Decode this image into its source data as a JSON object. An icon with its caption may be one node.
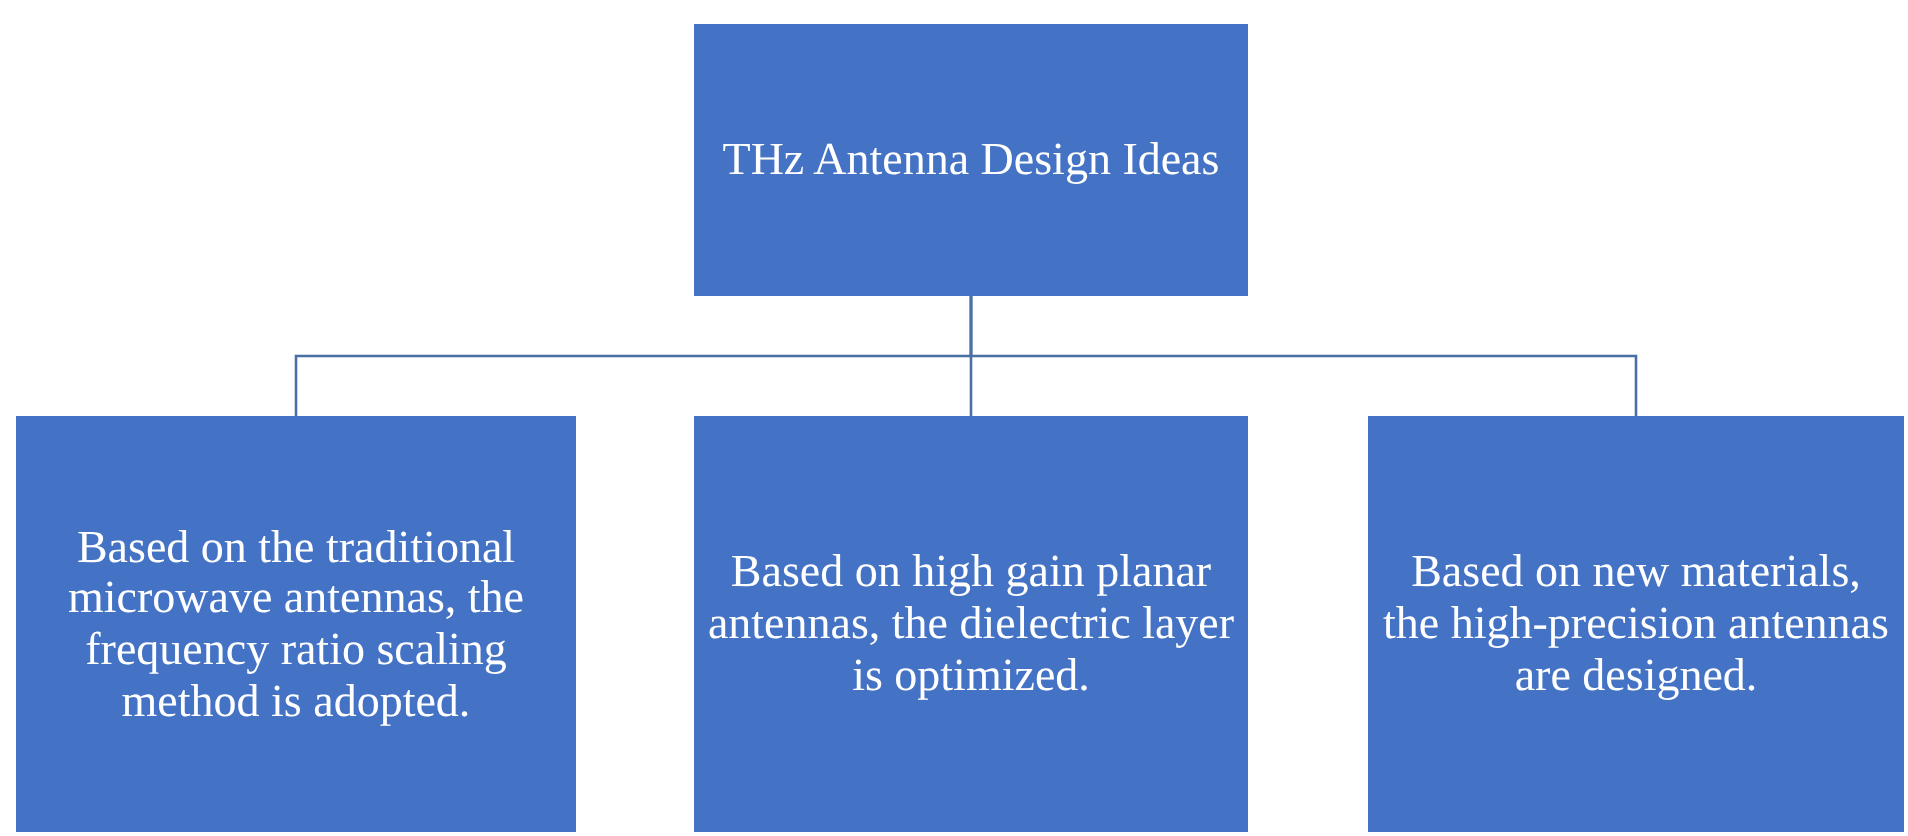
{
  "diagram": {
    "nodes": [
      {
        "text": [
          "THz Antenna Design Ideas"
        ]
      },
      {
        "text": [
          "Based on the traditional microwave antennas, the frequency ratio scaling method is adopted."
        ]
      },
      {
        "text": [
          "Based on high gain planar antennas, the dielectric layer is optimized."
        ]
      },
      {
        "text": [
          "Based on new materials, the high-precision antennas are designed."
        ]
      }
    ],
    "edges": [
      {
        "from": 0,
        "to": 1,
        "arrow": "none"
      },
      {
        "from": 0,
        "to": 2,
        "arrow": "none"
      },
      {
        "from": 0,
        "to": 3,
        "arrow": "none"
      }
    ]
  }
}
